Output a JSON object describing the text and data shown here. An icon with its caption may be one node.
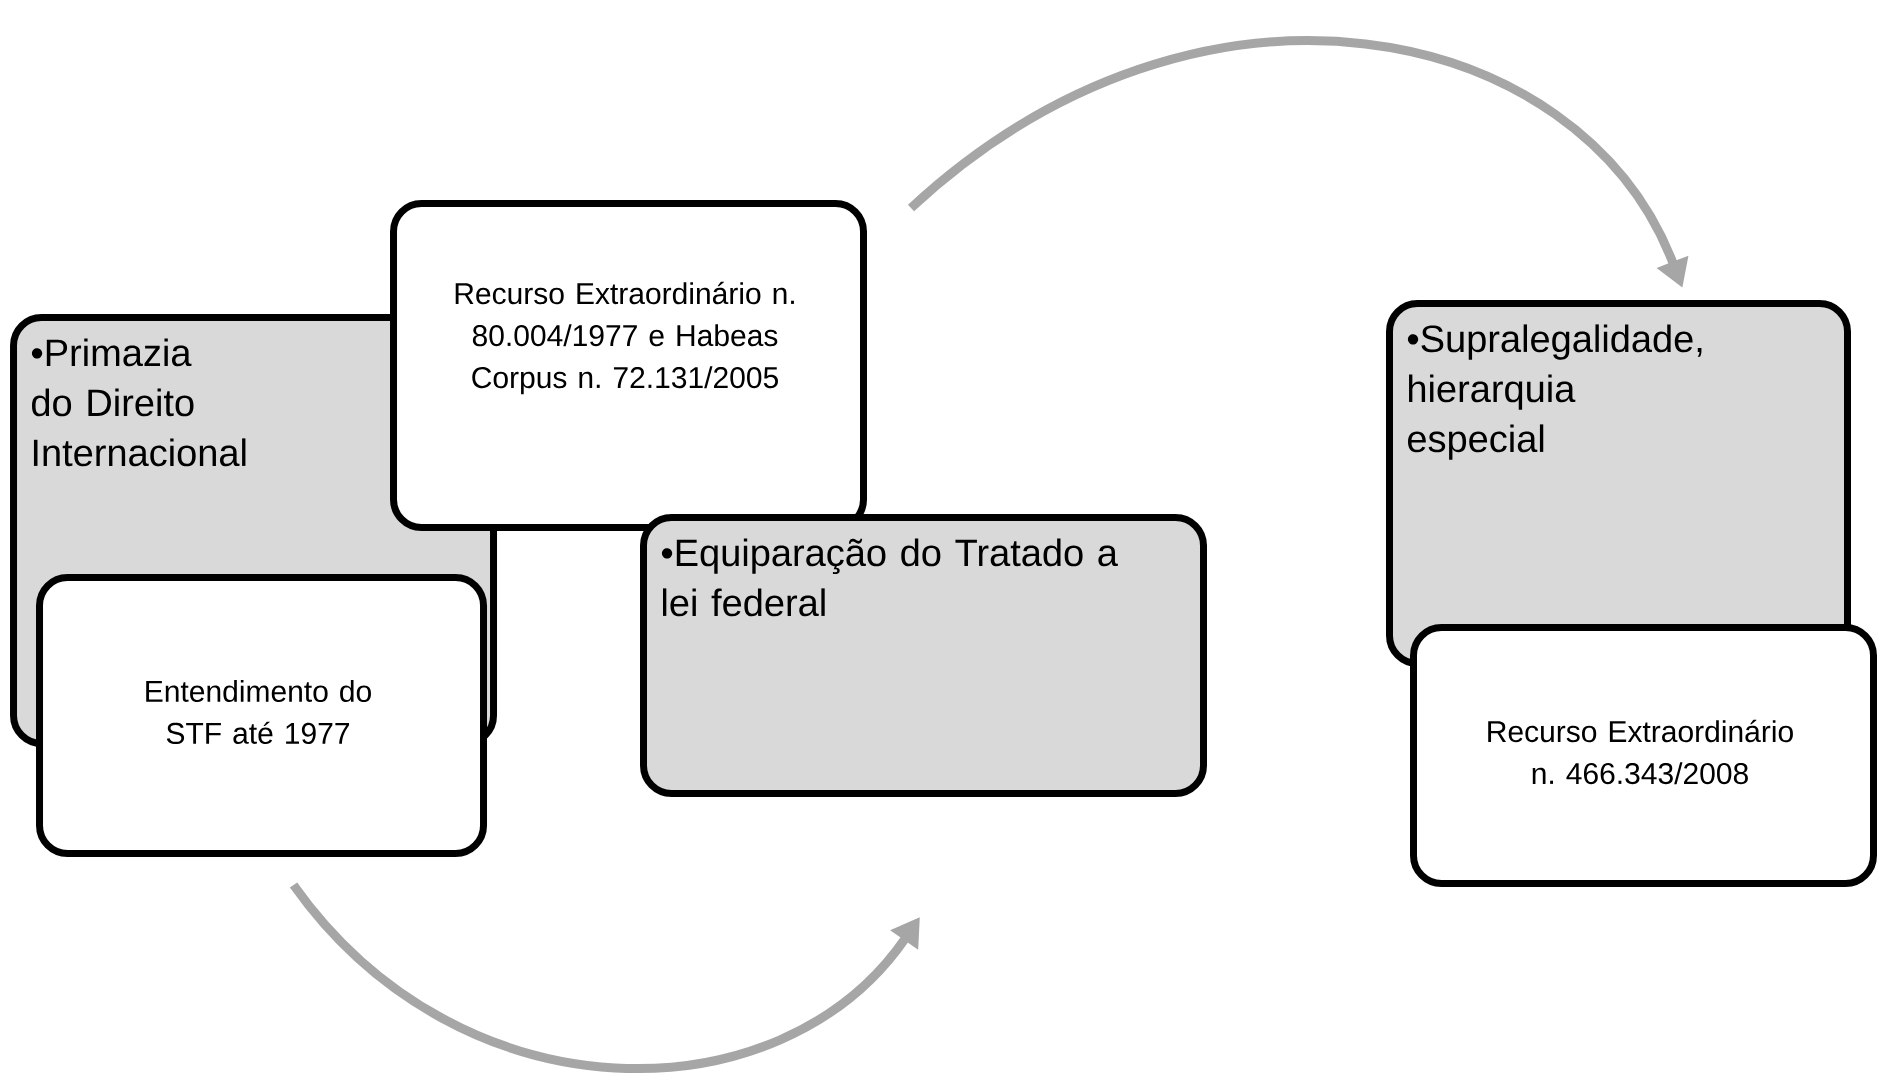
{
  "diagram": {
    "nodes": [
      {
        "text": [
          "•Primazia do Direito Internacional"
        ]
      },
      {
        "text": [
          "Entendimento do STF até 1977"
        ]
      },
      {
        "text": [
          "Recurso Extraordinário n. 80.004/1977 e Habeas Corpus n. 72.131/2005"
        ]
      },
      {
        "text": [
          "•Equiparação do Tratado a lei federal"
        ]
      },
      {
        "text": [
          "•Supralegalidade, hierarquia especial"
        ]
      },
      {
        "text": [
          "Recurso Extraordinário n. 466.343/2008"
        ]
      }
    ],
    "edges": [
      {
        "from": 1,
        "to": 3,
        "arrow": "to"
      },
      {
        "from": 2,
        "to": 4,
        "arrow": "to"
      }
    ]
  }
}
